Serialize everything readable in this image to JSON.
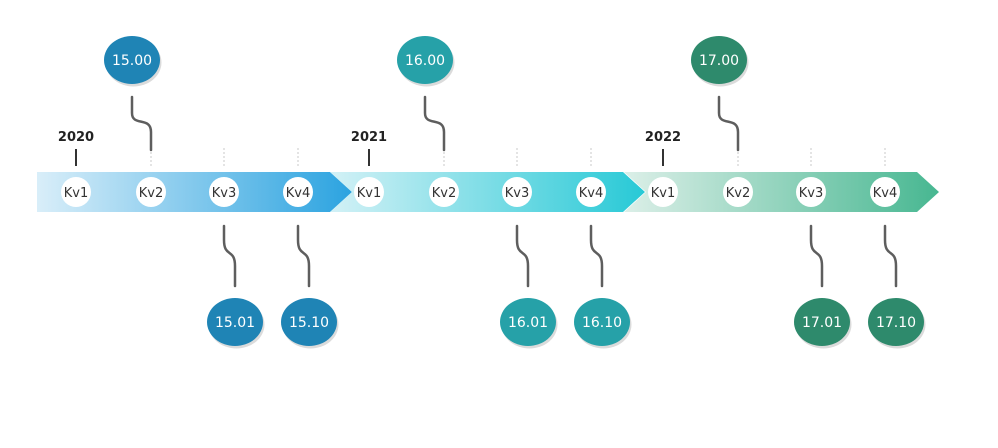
{
  "years": [
    {
      "year": "2020",
      "colors": {
        "arrow_start": "#d9eef9",
        "arrow_end": "#2ba3e0",
        "bubble": "#1f84b5"
      },
      "quarters": [
        "Kv1",
        "Kv2",
        "Kv3",
        "Kv4"
      ],
      "releases": [
        {
          "label": "15.00",
          "quarter": 2,
          "side": "top"
        },
        {
          "label": "15.01",
          "quarter": 3,
          "side": "bottom"
        },
        {
          "label": "15.10",
          "quarter": 4,
          "side": "bottom"
        }
      ]
    },
    {
      "year": "2021",
      "colors": {
        "arrow_start": "#d3f1f6",
        "arrow_end": "#27c9d6",
        "bubble": "#26a1a8"
      },
      "quarters": [
        "Kv1",
        "Kv2",
        "Kv3",
        "Kv4"
      ],
      "releases": [
        {
          "label": "16.00",
          "quarter": 2,
          "side": "top"
        },
        {
          "label": "16.01",
          "quarter": 3,
          "side": "bottom"
        },
        {
          "label": "16.10",
          "quarter": 4,
          "side": "bottom"
        }
      ]
    },
    {
      "year": "2022",
      "colors": {
        "arrow_start": "#dcefe8",
        "arrow_end": "#47b791",
        "bubble": "#2e8a6c"
      },
      "quarters": [
        "Kv1",
        "Kv2",
        "Kv3",
        "Kv4"
      ],
      "releases": [
        {
          "label": "17.00",
          "quarter": 2,
          "side": "top"
        },
        {
          "label": "17.01",
          "quarter": 3,
          "side": "bottom"
        },
        {
          "label": "17.10",
          "quarter": 4,
          "side": "bottom"
        }
      ]
    }
  ]
}
